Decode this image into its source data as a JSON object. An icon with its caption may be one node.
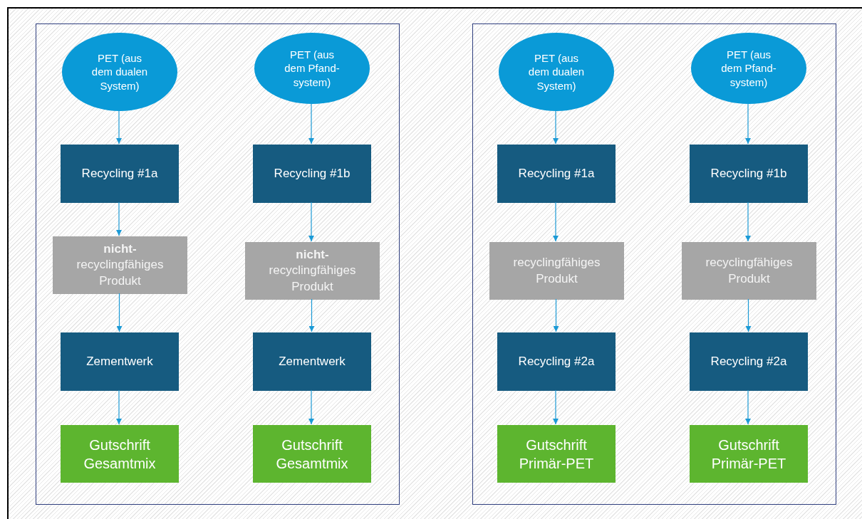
{
  "diagram": {
    "nodes": [
      {
        "text": [],
        "shape": "box"
      },
      {
        "text": [
          "PET (aus dem dualen System)"
        ],
        "in": 0
      },
      {
        "text": [
          "PET (aus dem Pfand- system)"
        ],
        "in": 0
      },
      {
        "text": [
          "Recycling #1a"
        ],
        "in": 0
      },
      {
        "text": [
          "Recycling #1b"
        ],
        "in": 0
      },
      {
        "text": [
          "**nicht-** recyclingfähiges Produkt"
        ],
        "in": 0
      },
      {
        "text": [
          "**nicht-** recyclingfähiges Produkt"
        ],
        "in": 0
      },
      {
        "text": [
          "Zementwerk"
        ],
        "in": 0
      },
      {
        "text": [
          "Zementwerk"
        ],
        "in": 0
      },
      {
        "text": [
          "Gutschrift Gesamtmix"
        ],
        "in": 0
      },
      {
        "text": [
          "Gutschrift Gesamtmix"
        ],
        "in": 0
      },
      {
        "text": [],
        "shape": "box"
      },
      {
        "text": [
          "PET (aus dem dualen System)"
        ],
        "in": 11
      },
      {
        "text": [
          "PET (aus dem Pfand- system)"
        ],
        "in": 11
      },
      {
        "text": [
          "Recycling #1a"
        ],
        "in": 11
      },
      {
        "text": [
          "Recycling #1b"
        ],
        "in": 11
      },
      {
        "text": [
          "recyclingfähiges Produkt"
        ],
        "in": 11
      },
      {
        "text": [
          "recyclingfähiges Produkt"
        ],
        "in": 11
      },
      {
        "text": [
          "Recycling #2a"
        ],
        "in": 11
      },
      {
        "text": [
          "Recycling #2a"
        ],
        "in": 11
      },
      {
        "text": [
          "Gutschrift Primär-PET"
        ],
        "in": 11
      },
      {
        "text": [
          "Gutschrift Primär-PET"
        ],
        "in": 11
      }
    ],
    "edges": [
      {
        "from": 1,
        "to": 3,
        "arrow": "to"
      },
      {
        "from": 2,
        "to": 4,
        "arrow": "to"
      },
      {
        "from": 3,
        "to": 5,
        "arrow": "to"
      },
      {
        "from": 4,
        "to": 6,
        "arrow": "to"
      },
      {
        "from": 5,
        "to": 7,
        "arrow": "to"
      },
      {
        "from": 6,
        "to": 8,
        "arrow": "to"
      },
      {
        "from": 7,
        "to": 9,
        "arrow": "to"
      },
      {
        "from": 8,
        "to": 10,
        "arrow": "to"
      },
      {
        "from": 12,
        "to": 14,
        "arrow": "to"
      },
      {
        "from": 13,
        "to": 15,
        "arrow": "to"
      },
      {
        "from": 14,
        "to": 16,
        "arrow": "to"
      },
      {
        "from": 15,
        "to": 17,
        "arrow": "to"
      },
      {
        "from": 16,
        "to": 18,
        "arrow": "to"
      },
      {
        "from": 17,
        "to": 19,
        "arrow": "to"
      },
      {
        "from": 18,
        "to": 20,
        "arrow": "to"
      },
      {
        "from": 19,
        "to": 21,
        "arrow": "to"
      }
    ]
  }
}
